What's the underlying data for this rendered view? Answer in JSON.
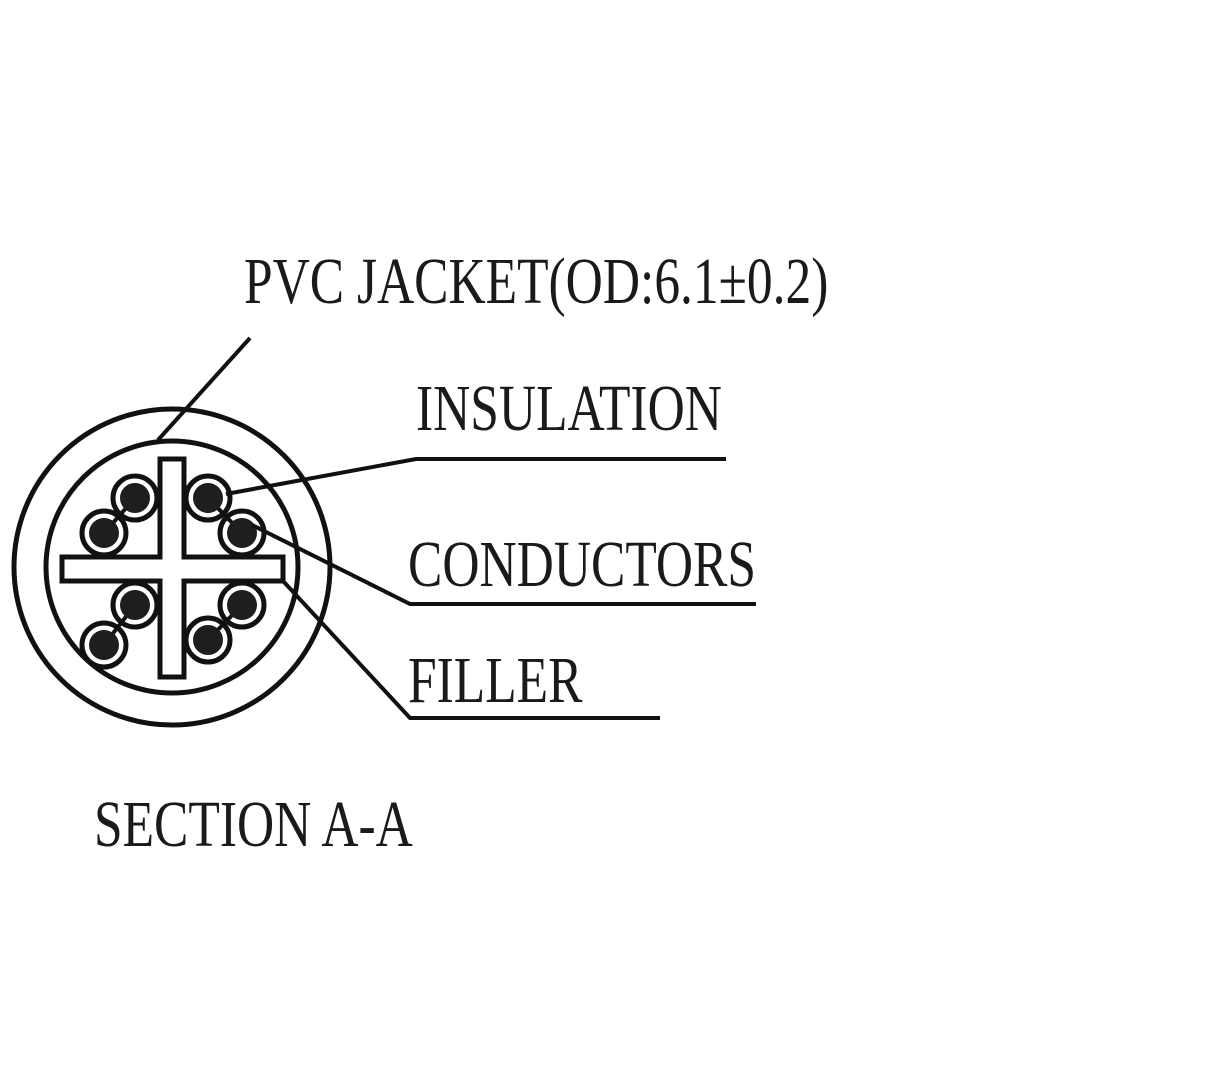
{
  "labels": {
    "jacket": "PVC JACKET(OD:6.1±0.2)",
    "insulation": "INSULATION",
    "conductors": "CONDUCTORS",
    "filler": "FILLER",
    "section": "SECTION A-A"
  },
  "colors": {
    "line": "#111111",
    "conductor_fill": "#1e1e1e",
    "background": "#ffffff"
  }
}
